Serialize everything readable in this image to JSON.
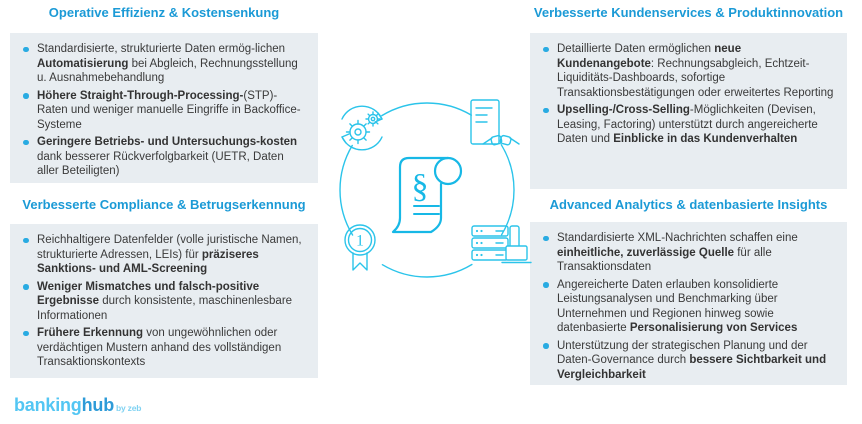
{
  "colors": {
    "heading_blue": "#1b9ad6",
    "box_background": "#e8edf1",
    "bullet_dot": "#29abe2",
    "body_text": "#3a3a3a",
    "illustration_cyan": "#2bc4ea",
    "scroll_cyan": "#17b8e6",
    "logo_light_blue": "#53c6f3",
    "logo_dark_blue": "#2d9bd8"
  },
  "sections": {
    "operative": {
      "title": "Operative Effizienz & Kostensenkung",
      "bullets": [
        [
          {
            "t": "Standardisierte, strukturierte Daten ermög-lichen "
          },
          {
            "t": "Automatisierung",
            "b": true
          },
          {
            "t": " bei Abgleich, Rechnungsstellung u. Ausnahmebehandlung"
          }
        ],
        [
          {
            "t": "Höhere Straight-Through-Processing-",
            "b": true
          },
          {
            "t": "(STP)-Raten und weniger manuelle Eingriffe in Backoffice-Systeme"
          }
        ],
        [
          {
            "t": "Geringere Betriebs- und Untersuchungs-kosten",
            "b": true
          },
          {
            "t": " dank besserer Rückverfolgbarkeit (UETR, Daten aller Beteiligten)"
          }
        ]
      ]
    },
    "compliance": {
      "title": "Verbesserte Compliance & Betrugserkennung",
      "bullets": [
        [
          {
            "t": "Reichhaltigere Datenfelder (volle juristische Namen, strukturierte Adressen, LEIs) für "
          },
          {
            "t": "präziseres Sanktions- und AML-Screening",
            "b": true
          }
        ],
        [
          {
            "t": "Weniger Mismatches und falsch-positive Ergebnisse",
            "b": true
          },
          {
            "t": " durch konsistente, maschinenlesbare Informationen"
          }
        ],
        [
          {
            "t": "Frühere Erkennung",
            "b": true
          },
          {
            "t": " von ungewöhnlichen oder verdächtigen Mustern anhand des vollständigen Transaktionskontexts"
          }
        ]
      ]
    },
    "kundenservices": {
      "title": "Verbesserte Kundenservices & Produktinnovation",
      "bullets": [
        [
          {
            "t": "Detaillierte Daten ermöglichen "
          },
          {
            "t": "neue Kundenangebote",
            "b": true
          },
          {
            "t": ": Rechnungsabgleich, Echtzeit-Liquiditäts-Dashboards, sofortige Transaktionsbestätigungen oder erweitertes Reporting"
          }
        ],
        [
          {
            "t": "Upselling-/Cross-Selling",
            "b": true
          },
          {
            "t": "-Möglichkeiten (Devisen, Leasing, Factoring) unterstützt durch angereicherte Daten und "
          },
          {
            "t": "Einblicke in das Kundenverhalten",
            "b": true
          }
        ]
      ]
    },
    "analytics": {
      "title": "Advanced Analytics & datenbasierte Insights",
      "bullets": [
        [
          {
            "t": "Standardisierte XML-Nachrichten schaffen eine "
          },
          {
            "t": "einheitliche, zuverlässige Quelle",
            "b": true
          },
          {
            "t": " für alle Transaktionsdaten"
          }
        ],
        [
          {
            "t": "Angereicherte Daten erlauben konsolidierte Leistungsanalysen und Benchmarking über Unternehmen und Regionen hinweg sowie datenbasierte "
          },
          {
            "t": "Personalisierung von Services",
            "b": true
          }
        ],
        [
          {
            "t": "Unterstützung der strategischen Planung und der Daten-Governance durch "
          },
          {
            "t": "bessere Sichtbarkeit und Vergleichbarkeit",
            "b": true
          }
        ]
      ]
    }
  },
  "illustration": {
    "icons": [
      "process-cycle-gears-icon",
      "document-handshake-icon",
      "scroll-paragraph-icon",
      "medal-first-place-icon",
      "server-laptop-icon"
    ],
    "paragraph_symbol": "§",
    "medal_number": "1"
  },
  "logo": {
    "brand_light": "banking",
    "brand_dark": "hub",
    "byline": "by zeb"
  }
}
